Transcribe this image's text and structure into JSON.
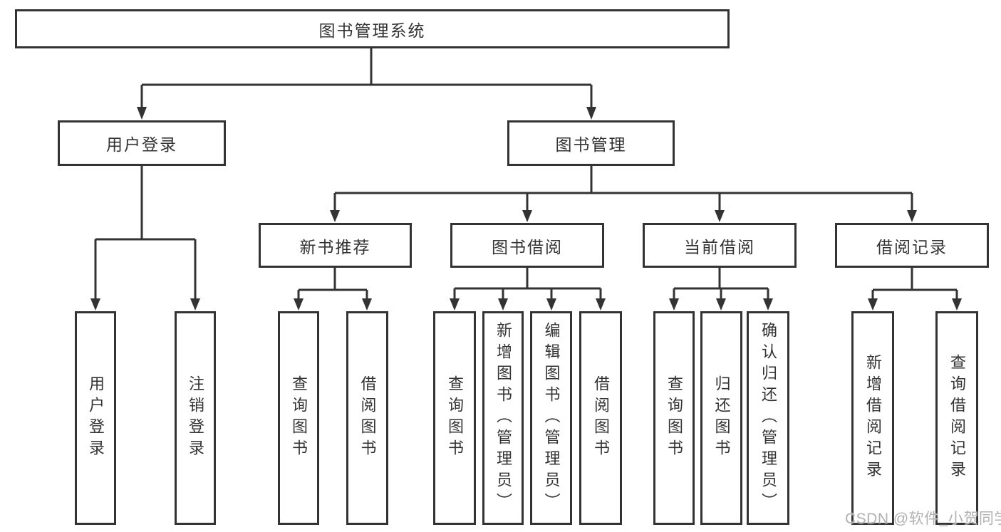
{
  "diagram": {
    "type": "tree",
    "title": "图书管理系统",
    "nodes": {
      "root": {
        "label": "图书管理系统"
      },
      "user_login": {
        "label": "用户登录"
      },
      "book_management": {
        "label": "图书管理"
      },
      "new_book_recommend": {
        "label": "新书推荐"
      },
      "book_borrowing": {
        "label": "图书借阅"
      },
      "current_borrowing": {
        "label": "当前借阅"
      },
      "borrowing_records": {
        "label": "借阅记录"
      },
      "leaf_user_login": {
        "label": "用户登录"
      },
      "leaf_logout": {
        "label": "注销登录"
      },
      "leaf_recommend_query_books": {
        "label": "查询图书"
      },
      "leaf_recommend_borrow_books": {
        "label": "借阅图书"
      },
      "leaf_borrowing_query_books": {
        "label": "查询图书"
      },
      "leaf_borrowing_add_books": {
        "label": "新增图书（管理员）"
      },
      "leaf_borrowing_edit_books": {
        "label": "编辑图书（管理员）"
      },
      "leaf_borrowing_borrow_books": {
        "label": "借阅图书"
      },
      "leaf_current_query_books": {
        "label": "查询图书"
      },
      "leaf_current_return_books": {
        "label": "归还图书"
      },
      "leaf_current_confirm_return": {
        "label": "确认归还（管理员）"
      },
      "leaf_records_add_record": {
        "label": "新增借阅记录"
      },
      "leaf_records_query_record": {
        "label": "查询借阅记录"
      }
    },
    "hierarchy": {
      "图书管理系统": {
        "用户登录": [
          "用户登录",
          "注销登录"
        ],
        "图书管理": {
          "新书推荐": [
            "查询图书",
            "借阅图书"
          ],
          "图书借阅": [
            "查询图书",
            "新增图书（管理员）",
            "编辑图书（管理员）",
            "借阅图书"
          ],
          "当前借阅": [
            "查询图书",
            "归还图书",
            "确认归还（管理员）"
          ],
          "借阅记录": [
            "新增借阅记录",
            "查询借阅记录"
          ]
        }
      }
    }
  },
  "watermark": {
    "text": "CSDN @软件_小贺同学"
  },
  "colors": {
    "line": "#333333",
    "text": "#333333",
    "background": "#ffffff",
    "watermark": "#b0b0b0"
  }
}
